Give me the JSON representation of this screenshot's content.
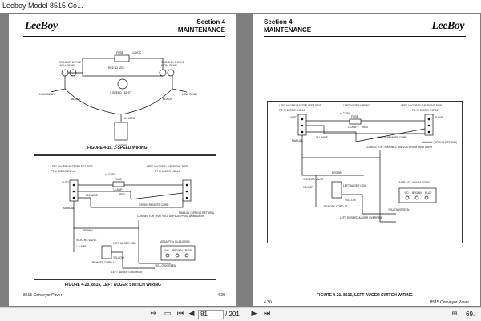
{
  "window": {
    "title": "Leeboy Model 8515 Co..."
  },
  "left_page": {
    "logo": "LeeBoy",
    "section": "Section 4",
    "heading": "MAINTENANCE",
    "figure1": {
      "caption": "FIGURE 4-19.   2-SPEED WIRING",
      "labels": {
        "toggle_left": "TOGGLE\\ 1N7-L2",
        "high_gear_left": "HIGH GEAR",
        "toggle_right": "TOGGLE\\ 1N7-H3",
        "high_gear_right": "HIGH GEAR",
        "fuse": "FUSE",
        "v12": "12VDC",
        "red12": "RED 12 VDC",
        "speed_light": "2 SPEED LIGHT",
        "low_gear_left": "LOW GEAR",
        "low_gear_right": "LOW GEAR",
        "black_left": "BLACK",
        "black_right": "BLACK",
        "wire": "#9 WIRE",
        "vickers": "VICKERS"
      }
    },
    "figure2": {
      "caption": "FIGURE 4-20.   8515, LEFT AUGER SWITCH WIRING",
      "labels": {
        "master": "LEFT AUGER MASTER LEFT SIDE",
        "slave": "LEFT AUGER SLAVE RIGHT SIDE",
        "pt_left": "PT A/ MICRO 2N7-LJ",
        "pt_right": "PT A/ MICRO 1N7-LA",
        "v12": "+12 VDC",
        "fuse": "FUSE",
        "amp": "10 AMP",
        "red": "RED",
        "auto": "AUTO",
        "wire": "#15 WIRE",
        "green": "GREEN REMOTE CORD",
        "manual": "MANUAL",
        "connector": "CONNECTOR THAT WILL UNPLUG FROM AMBI DASH",
        "manual_spring": "MANUAL (SPRING RETURN)",
        "brown": "BROWN",
        "vickers": "VICKERS VALVE",
        "amp15": "1.5 AMP",
        "coil": "LEFT AUGER COIL",
        "moba": "MOBA PT, # 04-46-00090",
        "yellow": "YELLOW",
        "remote": "REMOTE CORD 12",
        "override": "LEFT AUGER OVERRIDE",
        "yellowgreen": "YELLOW/GREEN",
        "yg": "Y/G",
        "brn": "BROWN",
        "blue": "BLUE"
      }
    },
    "footer_left": "8515 Conveyor Paver",
    "footer_right": "4.29"
  },
  "right_page": {
    "logo": "LeeBoy",
    "section": "Section 4",
    "heading": "MAINTENANCE",
    "figure": {
      "caption": "FIGURE 4-21.   8515, LEFT AUGER SWITCH WIRING",
      "labels": {
        "master": "LEFT AUGER MASTER LEFT SIDE",
        "auger_wiring": "LEFT AUGER WIRING",
        "slave": "LEFT AUGER SLAVE RIGHT SIDE",
        "pt_left": "PT. P/ MICRO 2N7-LJ",
        "pt_right": "PT. P/ MICRO 1N7-LE",
        "v12": "+12 VDC",
        "fuse": "FUSE",
        "amp": "10 AMP",
        "red": "RED",
        "auto": "AUTO",
        "slave_lbl": "SLAVE",
        "wire": "#11 WIRE",
        "green": "GREEN REMOTE CORD",
        "manual": "MANUAL",
        "connector": "CONNECTOR THAT WILL UNPLUG FROM AMBI DASH",
        "manual_spring": "MANUAL (SPRING RETURN)",
        "brown": "BROWN",
        "vickers": "VICKERS VALVE",
        "moba": "MOBA PT, # 04-46-00090",
        "amp15": "1.5 AMP",
        "coil": "LEFT AUGER COIL",
        "yellow": "YELLOW",
        "remote": "REMOTE CORD 12",
        "override": "LEFT SCREED AUGER OVERRIDE",
        "yellowgreen": "YELLOW/GREEN",
        "yg": "Y/G",
        "brn": "BROWN",
        "blue": "BLUE"
      }
    },
    "footer_left": "4.30",
    "footer_right": "8515 Conveyor Paver"
  },
  "statusbar": {
    "page_current": "81",
    "page_total": "/ 201",
    "zoom": "69."
  }
}
